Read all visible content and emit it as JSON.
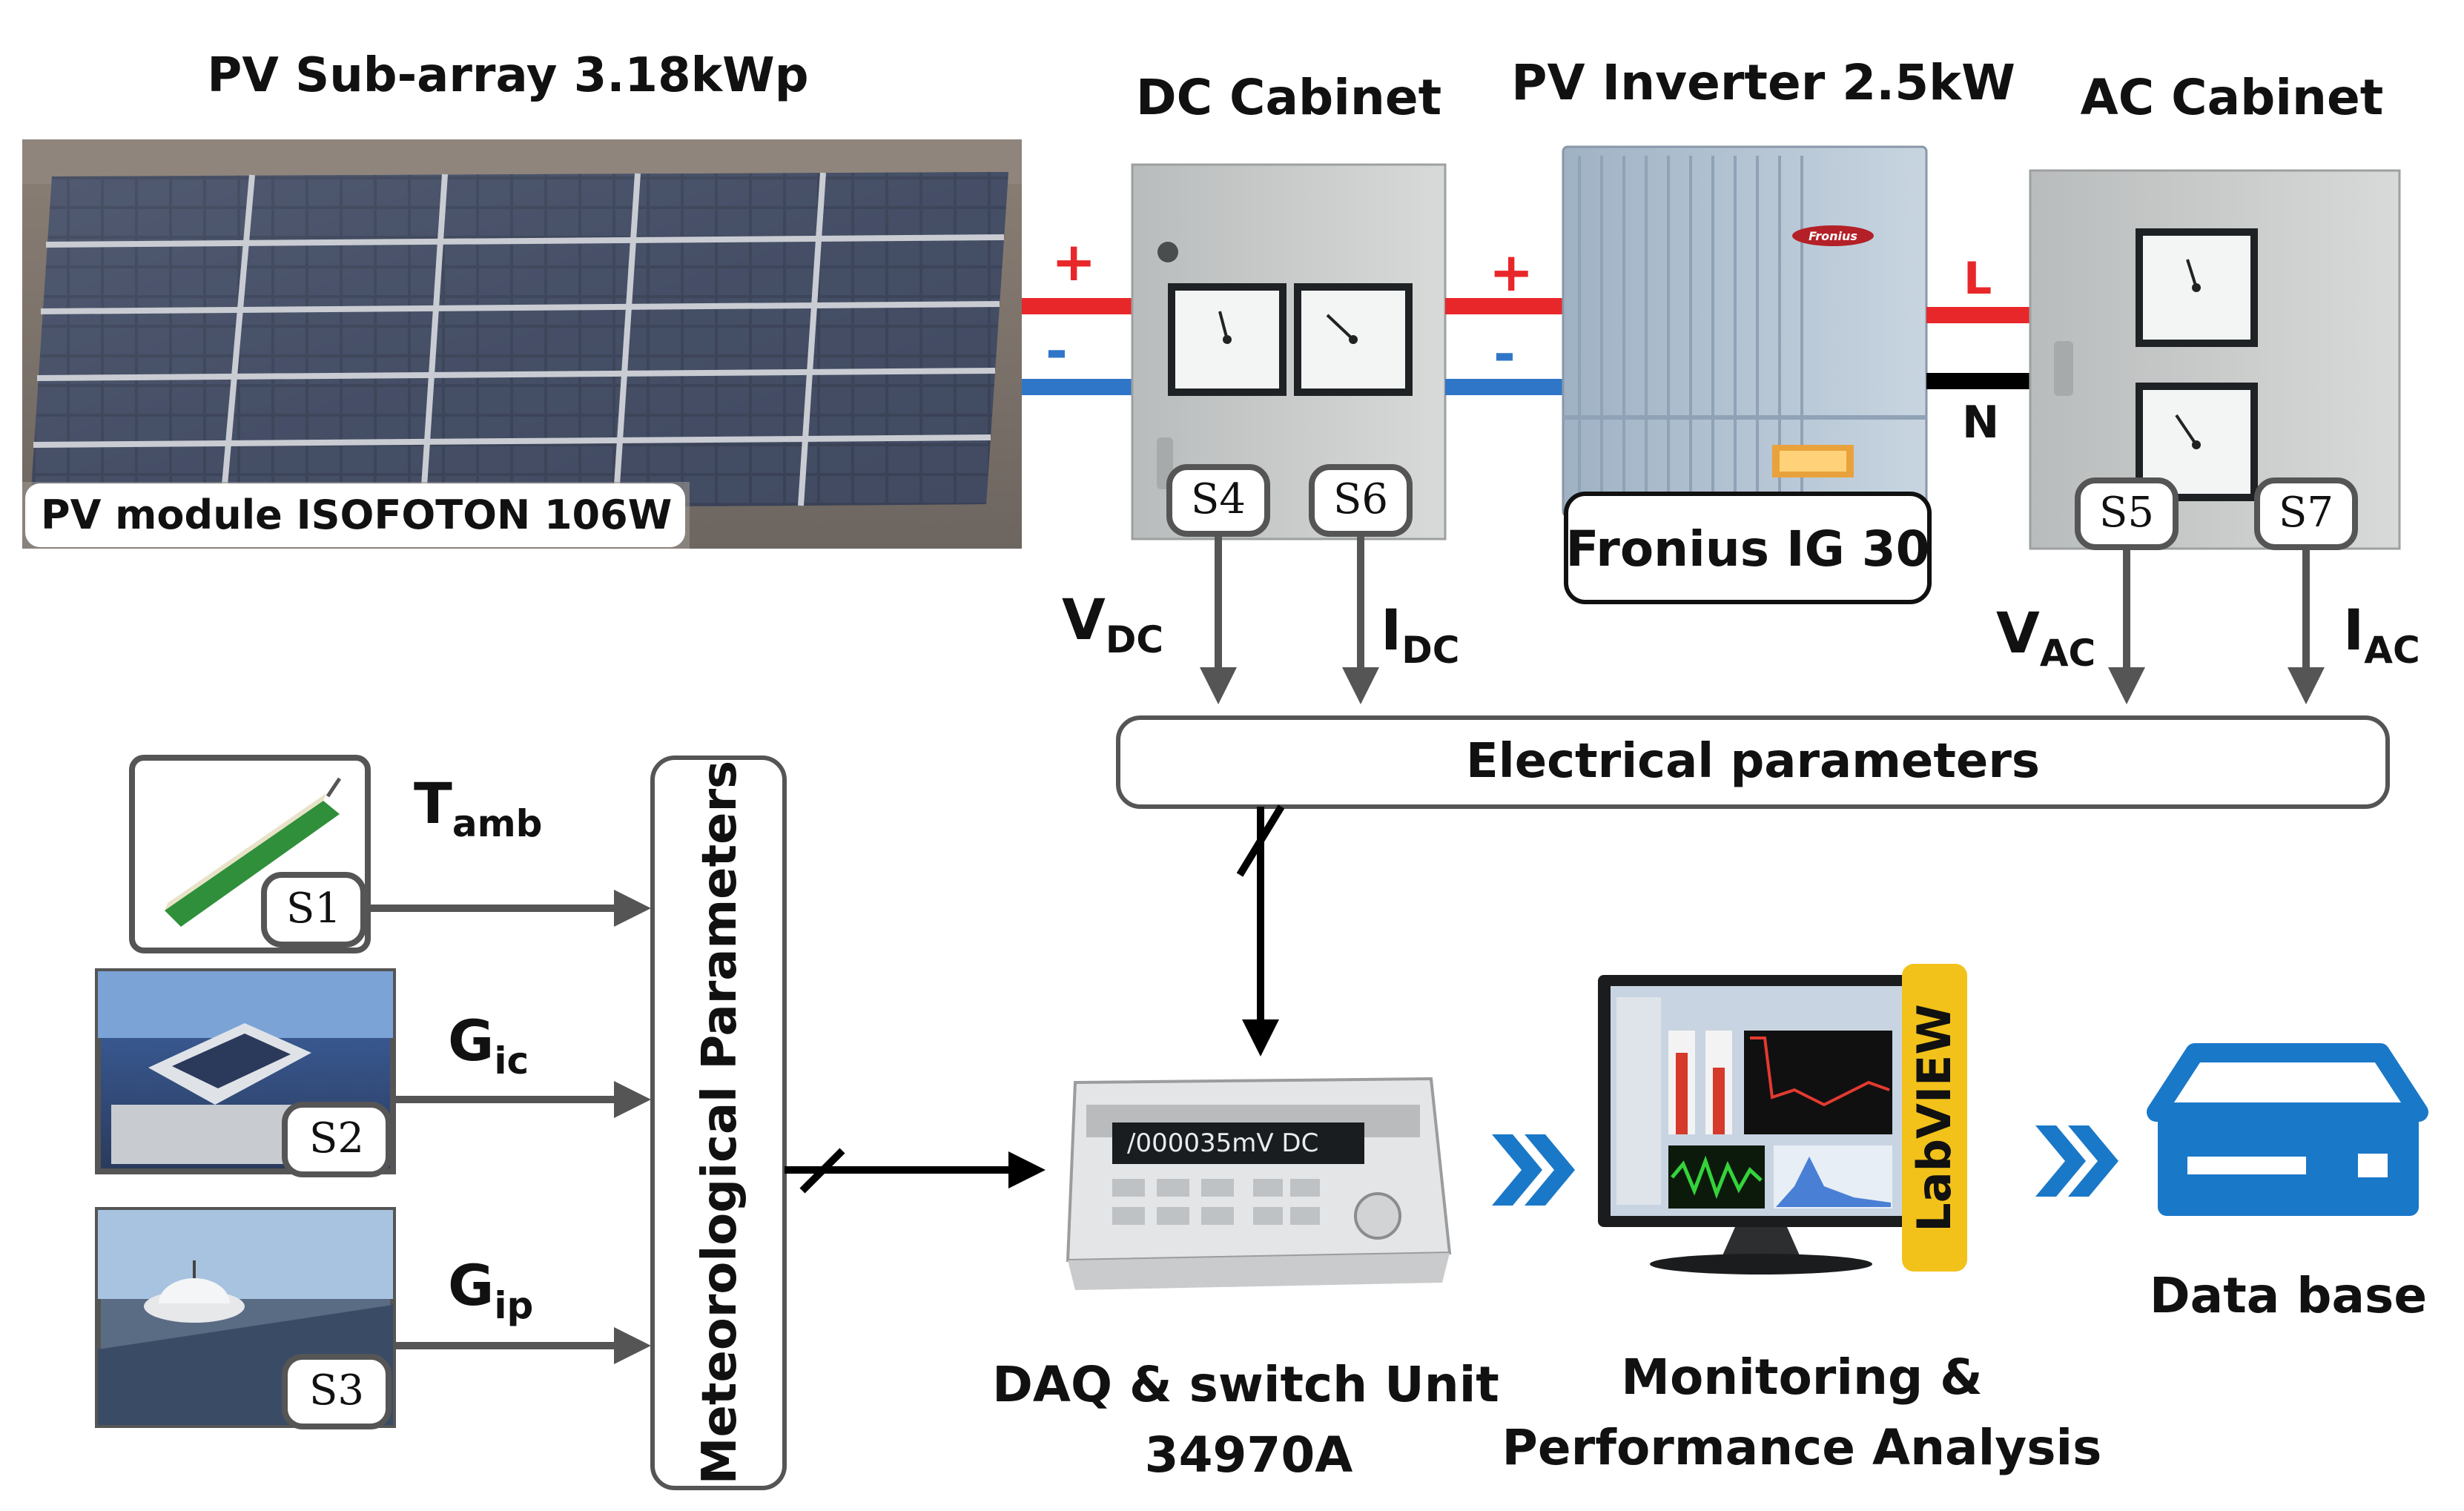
{
  "titles": {
    "pv_subarray": "PV Sub-array 3.18kWp",
    "dc_cabinet": "DC Cabinet",
    "pv_inverter": "PV Inverter 2.5kW",
    "ac_cabinet": "AC Cabinet"
  },
  "pv_module_label": "PV module ISOFOTON 106W",
  "inverter_model": "Fronius IG 30",
  "inverter_logo": "Fronius",
  "polarity": {
    "dc_plus": "+",
    "dc_minus": "-",
    "ac_line": "L",
    "ac_neutral": "N"
  },
  "sensors": {
    "s1": "S1",
    "s2": "S2",
    "s3": "S3",
    "s4": "S4",
    "s5": "S5",
    "s6": "S6",
    "s7": "S7"
  },
  "signals": {
    "vdc_main": "V",
    "vdc_sub": "DC",
    "idc_main": "I",
    "idc_sub": "DC",
    "vac_main": "V",
    "vac_sub": "AC",
    "iac_main": "I",
    "iac_sub": "AC",
    "tamb_main": "T",
    "tamb_sub": "amb",
    "gic_main": "G",
    "gic_sub": "ic",
    "gip_main": "G",
    "gip_sub": "ip"
  },
  "electrical_parameters": "Electrical parameters",
  "meteorological_parameters": "Meteorological Parameters",
  "daq": {
    "line1": "DAQ & switch Unit",
    "line2": "34970A",
    "display": "/000035mV DC"
  },
  "monitoring": {
    "line1": "Monitoring &",
    "line2": "Performance Analysis",
    "software": "LabVIEW"
  },
  "database_label": "Data base",
  "colors": {
    "positive_line": "#e8272a",
    "negative_line": "#2f76c9",
    "neutral_line": "#000000",
    "arrow_gray": "#555555",
    "accent_blue": "#1a78c8",
    "labview_yellow": "#f2c21b",
    "sensor_box": "#555555"
  }
}
